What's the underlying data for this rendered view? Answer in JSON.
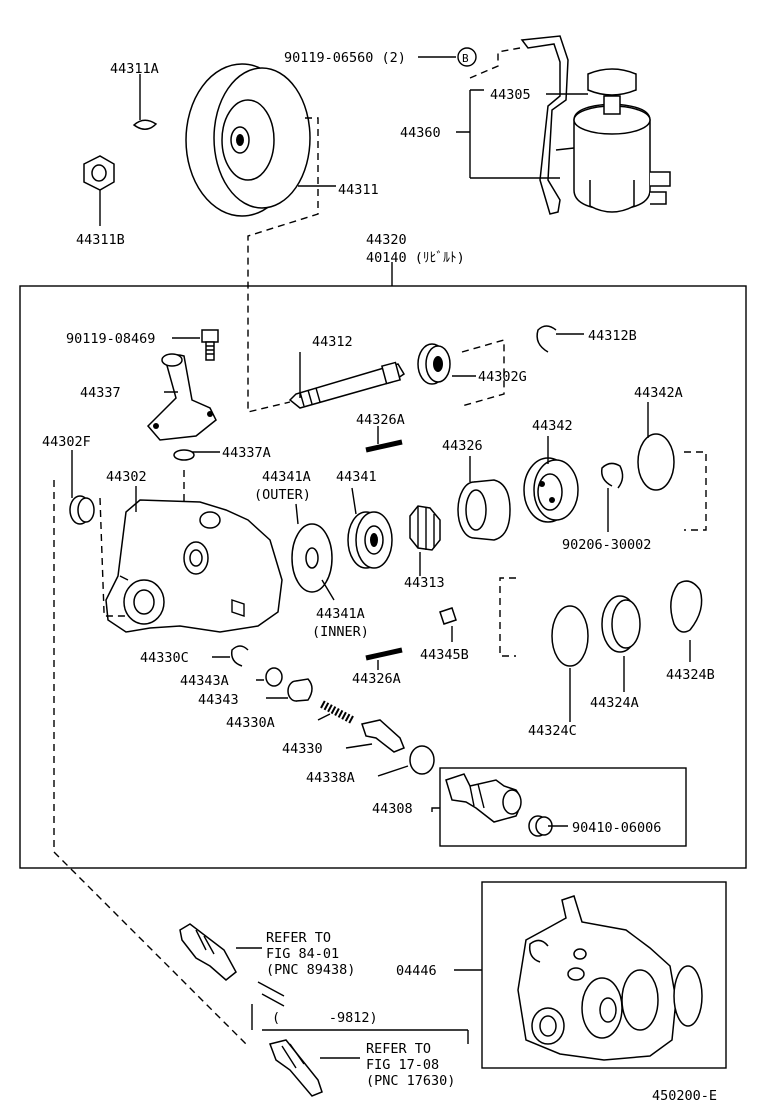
{
  "diagram": {
    "drawing_number": "450200-E",
    "labels": {
      "p44311A": "44311A",
      "p44311B": "44311B",
      "p44311": "44311",
      "p90119_06560": "90119-06560 (2)",
      "circleB": "B",
      "p44305": "44305",
      "p44360": "44360",
      "p44320": "44320",
      "p40140": "40140 (ﾘﾋﾞﾙﾄ)",
      "p90119_08469": "90119-08469",
      "p44312": "44312",
      "p44312B": "44312B",
      "p44302G": "44302G",
      "p44337": "44337",
      "p44326A_top": "44326A",
      "p44342A": "44342A",
      "p44337A": "44337A",
      "p44302F": "44302F",
      "p44326": "44326",
      "p44342": "44342",
      "p44302": "44302",
      "p44341A_outer": "44341A",
      "outer": "(OUTER)",
      "p44341": "44341",
      "p90206_30002": "90206-30002",
      "p44313": "44313",
      "p44341A_inner": "44341A",
      "inner": "(INNER)",
      "p44345B": "44345B",
      "p44324B": "44324B",
      "p44330C": "44330C",
      "p44326A_bottom": "44326A",
      "p44343A": "44343A",
      "p44324A": "44324A",
      "p44343": "44343",
      "p44330A": "44330A",
      "p44324C": "44324C",
      "p44330": "44330",
      "p44338A": "44338A",
      "p44308": "44308",
      "p90410_06006": "90410-06006",
      "p04446": "04446"
    },
    "refer1": {
      "line1": "REFER TO",
      "line2": "FIG 84-01",
      "line3": "(PNC 89438)"
    },
    "date_range": "(      -9812)",
    "refer2": {
      "line1": "REFER TO",
      "line2": "FIG 17-08",
      "line3": "(PNC 17630)"
    }
  }
}
